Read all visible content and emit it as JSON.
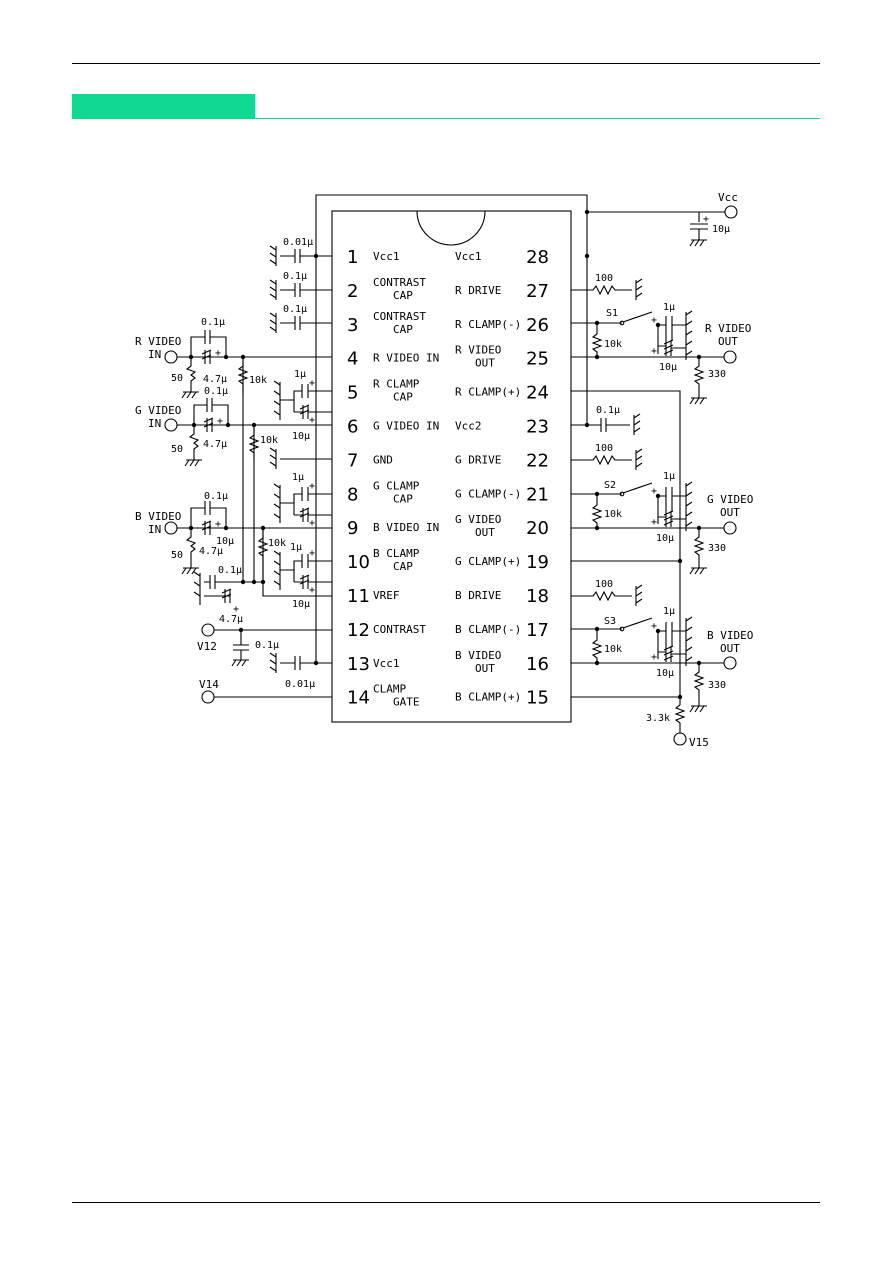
{
  "header": {
    "section_color": "#10d991"
  },
  "ic": {
    "left_pins": [
      {
        "num": "1",
        "l1": "Vcc1",
        "l2": ""
      },
      {
        "num": "2",
        "l1": "CONTRAST",
        "l2": "CAP"
      },
      {
        "num": "3",
        "l1": "CONTRAST",
        "l2": "CAP"
      },
      {
        "num": "4",
        "l1": "R VIDEO IN",
        "l2": ""
      },
      {
        "num": "5",
        "l1": "R CLAMP",
        "l2": "CAP"
      },
      {
        "num": "6",
        "l1": "G VIDEO IN",
        "l2": ""
      },
      {
        "num": "7",
        "l1": "GND",
        "l2": ""
      },
      {
        "num": "8",
        "l1": "G CLAMP",
        "l2": "CAP"
      },
      {
        "num": "9",
        "l1": "B VIDEO IN",
        "l2": ""
      },
      {
        "num": "10",
        "l1": "B CLAMP",
        "l2": "CAP"
      },
      {
        "num": "11",
        "l1": "VREF",
        "l2": ""
      },
      {
        "num": "12",
        "l1": "CONTRAST",
        "l2": ""
      },
      {
        "num": "13",
        "l1": "Vcc1",
        "l2": ""
      },
      {
        "num": "14",
        "l1": "CLAMP",
        "l2": "GATE"
      }
    ],
    "right_pins": [
      {
        "num": "28",
        "l1": "Vcc1",
        "l2": ""
      },
      {
        "num": "27",
        "l1": "R DRIVE",
        "l2": ""
      },
      {
        "num": "26",
        "l1": "R CLAMP(-)",
        "l2": ""
      },
      {
        "num": "25",
        "l1": "R VIDEO",
        "l2": "OUT"
      },
      {
        "num": "24",
        "l1": "R CLAMP(+)",
        "l2": ""
      },
      {
        "num": "23",
        "l1": "Vcc2",
        "l2": ""
      },
      {
        "num": "22",
        "l1": "G DRIVE",
        "l2": ""
      },
      {
        "num": "21",
        "l1": "G CLAMP(-)",
        "l2": ""
      },
      {
        "num": "20",
        "l1": "G VIDEO",
        "l2": "OUT"
      },
      {
        "num": "19",
        "l1": "G CLAMP(+)",
        "l2": ""
      },
      {
        "num": "18",
        "l1": "B DRIVE",
        "l2": ""
      },
      {
        "num": "17",
        "l1": "B CLAMP(-)",
        "l2": ""
      },
      {
        "num": "16",
        "l1": "B VIDEO",
        "l2": "OUT"
      },
      {
        "num": "15",
        "l1": "B CLAMP(+)",
        "l2": ""
      }
    ]
  },
  "labels": {
    "vcc": "Vcc",
    "vcc_cap": "10μ",
    "c_001": "0.01μ",
    "c_01": "0.1μ",
    "c_47": "4.7μ",
    "c_1": "1μ",
    "c_10": "10μ",
    "r_50": "50",
    "r_10k": "10k",
    "r_100": "100",
    "r_330": "330",
    "r_33k": "3.3k",
    "s1": "S1",
    "s2": "S2",
    "s3": "S3",
    "plus": "+",
    "r_in_1": "R VIDEO",
    "r_in_2": "IN",
    "g_in_1": "G VIDEO",
    "g_in_2": "IN",
    "b_in_1": "B VIDEO",
    "b_in_2": "IN",
    "r_out_1": "R VIDEO",
    "r_out_2": "OUT",
    "g_out_1": "G VIDEO",
    "g_out_2": "OUT",
    "b_out_1": "B VIDEO",
    "b_out_2": "OUT",
    "v12": "V12",
    "v14": "V14",
    "v15": "V15"
  }
}
